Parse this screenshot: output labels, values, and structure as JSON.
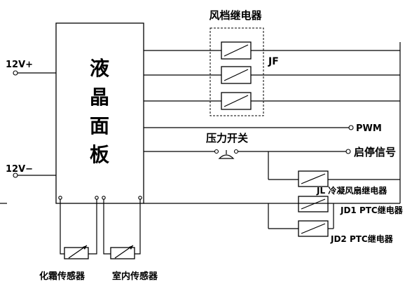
{
  "panel": {
    "chars": [
      "液",
      "晶",
      "面",
      "板"
    ]
  },
  "labels": {
    "v12_plus": "12V+",
    "v12_minus": "12V−",
    "fan_relay_title": "风档继电器",
    "jf": "JF",
    "pwm": "PWM",
    "pressure_switch": "压力开关",
    "start_stop_signal": "启停信号",
    "jl_relay": "JL 冷凝风扇继电器",
    "jd1_relay": "JD1 PTC继电器",
    "jd2_relay": "JD2 PTC继电器",
    "defrost_sensor": "化霜传感器",
    "indoor_sensor": "室内传感器"
  }
}
